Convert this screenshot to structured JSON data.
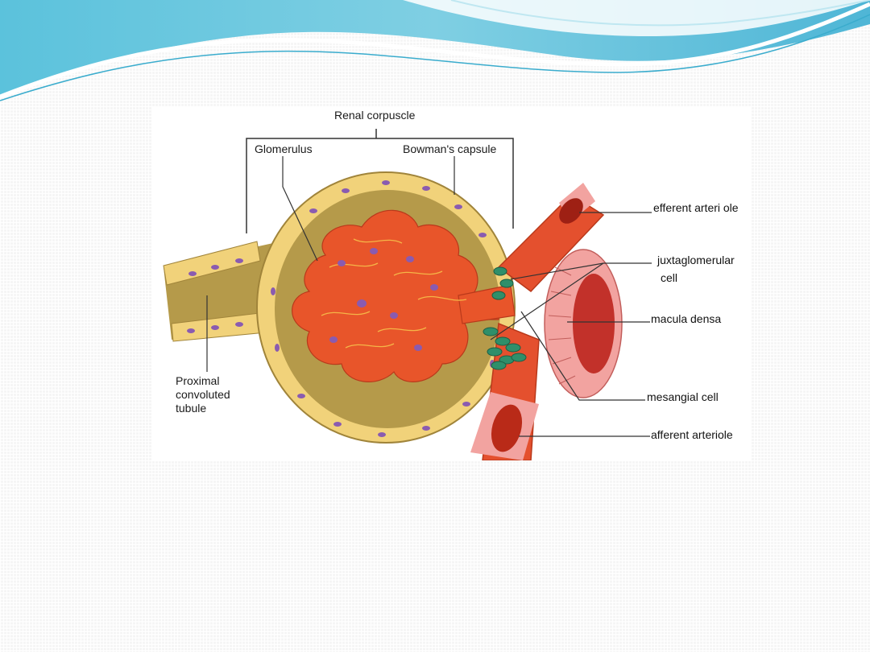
{
  "labels": {
    "renal_corpuscle": "Renal corpuscle",
    "glomerulus": "Glomerulus",
    "bowmans_capsule": "Bowman's capsule",
    "proximal_tubule_l1": "Proximal",
    "proximal_tubule_l2": "convoluted",
    "proximal_tubule_l3": "tubule",
    "efferent_arteriole": "efferent arteri ole",
    "juxtaglomerular_l1": "juxtaglomerular",
    "juxtaglomerular_l2": "cell",
    "macula_densa": "macula densa",
    "mesangial_cell": "mesangial cell",
    "afferent_arteriole": "afferent arteriole"
  },
  "colors": {
    "header_band": "#6cc6dd",
    "capsule_epithelium": "#f1d27a",
    "capsule_space": "#b59a4a",
    "glomerulus": "#e8552a",
    "nucleus": "#8a5bb0",
    "arteriole": "#e4502e",
    "macula_densa": "#f2a3a0",
    "jg_cells": "#2f8f6a"
  }
}
